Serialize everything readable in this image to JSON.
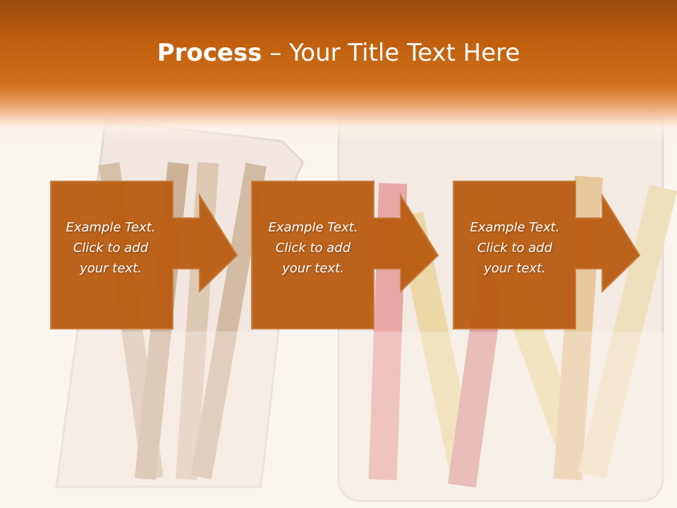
{
  "slide": {
    "title_bold": "Process",
    "title_rest": " – Your Title Text Here"
  },
  "steps": [
    {
      "line1": "Example Text.",
      "line2": "Click  to add",
      "line3": "your text."
    },
    {
      "line1": "Example Text.",
      "line2": "Click  to add",
      "line3": "your text."
    },
    {
      "line1": "Example Text.",
      "line2": "Click  to add",
      "line3": "your text."
    }
  ],
  "colors": {
    "header": "#c0600f",
    "box_fill": "#b95c12",
    "box_stroke": "#c06a24"
  }
}
